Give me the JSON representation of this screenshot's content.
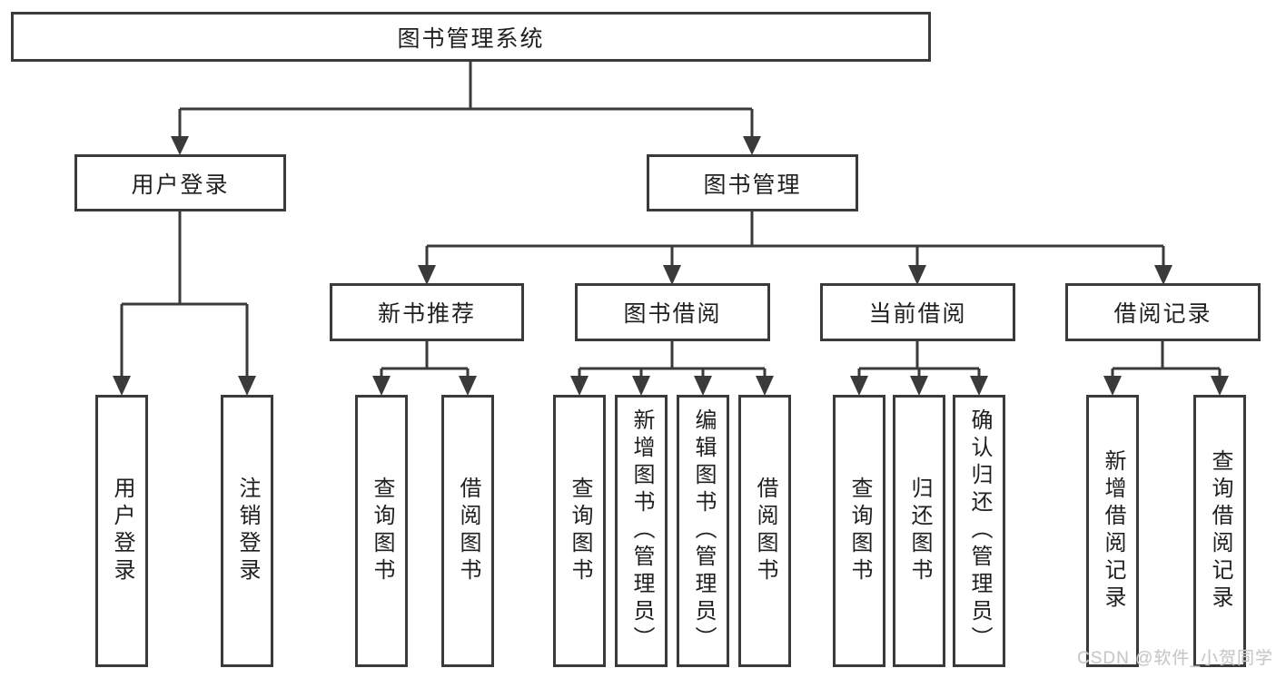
{
  "colors": {
    "background": "#ffffff",
    "box_border": "#3a3a3a",
    "connector": "#3a3a3a",
    "text": "#1f1f1f",
    "watermark": "#c8c8c8"
  },
  "diagram": {
    "type": "tree",
    "root": {
      "label": "图书管理系统"
    },
    "branches": [
      {
        "label": "用户登录",
        "children": [
          {
            "label": "用户登录"
          },
          {
            "label": "注销登录"
          }
        ]
      },
      {
        "label": "图书管理",
        "children": [
          {
            "label": "新书推荐",
            "children": [
              {
                "label": "查询图书"
              },
              {
                "label": "借阅图书"
              }
            ]
          },
          {
            "label": "图书借阅",
            "children": [
              {
                "label": "查询图书"
              },
              {
                "label": "新增图书（管理员）"
              },
              {
                "label": "编辑图书（管理员）"
              },
              {
                "label": "借阅图书"
              }
            ]
          },
          {
            "label": "当前借阅",
            "children": [
              {
                "label": "查询图书"
              },
              {
                "label": "归还图书"
              },
              {
                "label": "确认归还（管理员）"
              }
            ]
          },
          {
            "label": "借阅记录",
            "children": [
              {
                "label": "新增借阅记录"
              },
              {
                "label": "查询借阅记录"
              }
            ]
          }
        ]
      }
    ]
  },
  "watermark": {
    "text": "CSDN @软件_小贺同学"
  }
}
